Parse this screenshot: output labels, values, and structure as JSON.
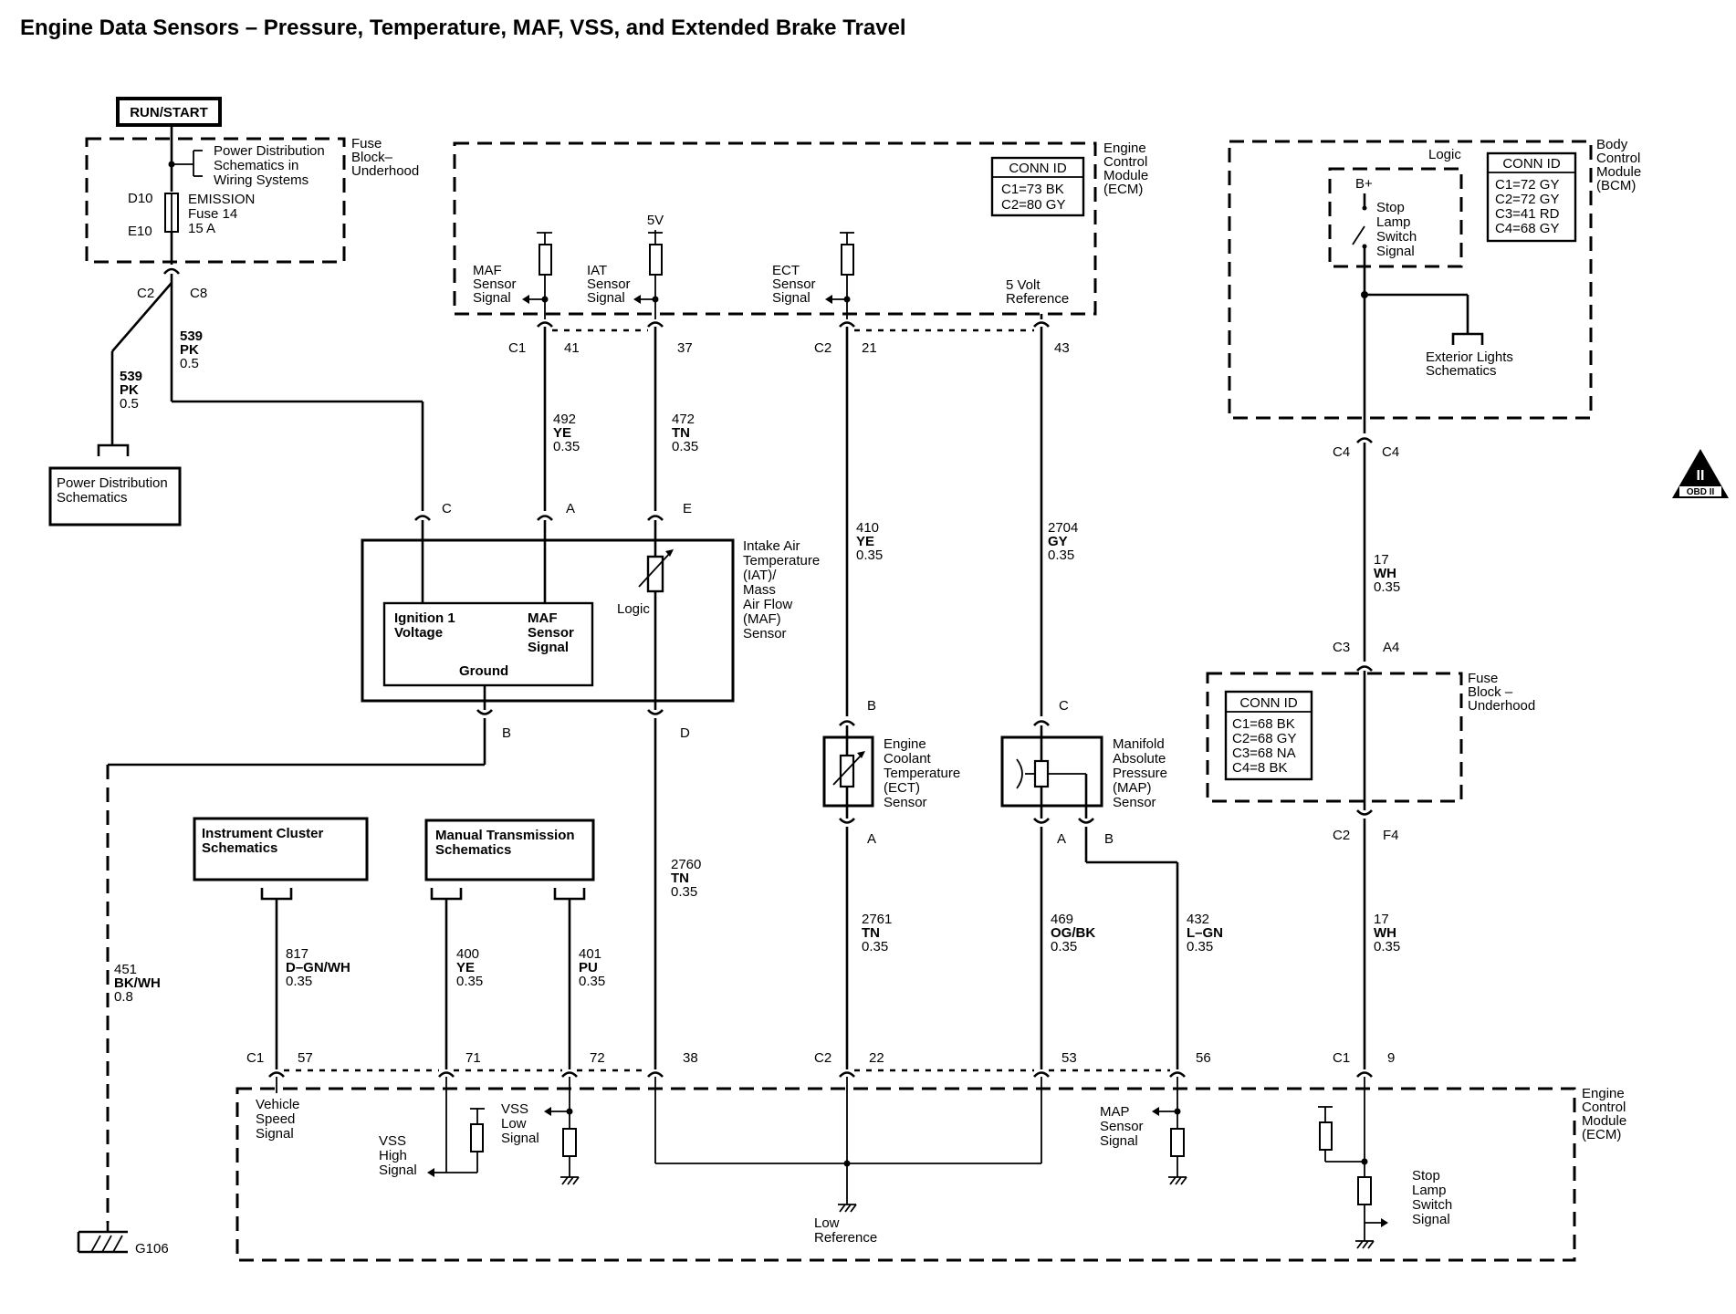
{
  "title": "Engine Data Sensors – Pressure, Temperature, MAF, VSS, and Extended Brake Travel",
  "run_start": "RUN/START",
  "obd": "OBD II",
  "obd_numeral": "II",
  "fuse_block_top": {
    "label": [
      "Fuse",
      "Block–",
      "Underhood"
    ],
    "power_dist_ref": [
      "Power Distribution",
      "Schematics in",
      "Wiring Systems"
    ],
    "fuse_top_pin": "D10",
    "fuse_bottom_pin": "E10",
    "fuse_name": [
      "EMISSION",
      "Fuse 14",
      "15 A"
    ],
    "conn_c2": "C2",
    "conn_c8": "C8"
  },
  "power_dist_box": [
    "Power Distribution",
    "Schematics"
  ],
  "ecm_top": {
    "label": [
      "Engine",
      "Control",
      "Module",
      "(ECM)"
    ],
    "conn_id_title": "CONN ID",
    "conn_ids": [
      "C1=73 BK",
      "C2=80 GY"
    ],
    "maf_signal": [
      "MAF",
      "Sensor",
      "Signal"
    ],
    "iat_signal": [
      "IAT",
      "Sensor",
      "Signal"
    ],
    "ect_signal": [
      "ECT",
      "Sensor",
      "Signal"
    ],
    "five_v_ref": [
      "5 Volt",
      "Reference"
    ],
    "five_v": "5V",
    "conn_c1": "C1",
    "conn_c2": "C2",
    "pin_41": "41",
    "pin_37": "37",
    "pin_21": "21",
    "pin_43": "43"
  },
  "bcm": {
    "label": [
      "Body",
      "Control",
      "Module",
      "(BCM)"
    ],
    "logic": "Logic",
    "conn_id_title": "CONN ID",
    "conn_ids": [
      "C1=72 GY",
      "C2=72 GY",
      "C3=41 RD",
      "C4=68 GY"
    ],
    "b_plus": "B+",
    "stop_switch": [
      "Stop",
      "Lamp",
      "Switch",
      "Signal"
    ],
    "exterior_lights": [
      "Exterior Lights",
      "Schematics"
    ],
    "conn_c4_left": "C4",
    "conn_c4_right": "C4"
  },
  "wires": {
    "w539a": [
      "539",
      "PK",
      "0.5"
    ],
    "w539b": [
      "539",
      "PK",
      "0.5"
    ],
    "w492": [
      "492",
      "YE",
      "0.35"
    ],
    "w472": [
      "472",
      "TN",
      "0.35"
    ],
    "w410": [
      "410",
      "YE",
      "0.35"
    ],
    "w2704": [
      "2704",
      "GY",
      "0.35"
    ],
    "w17a": [
      "17",
      "WH",
      "0.35"
    ],
    "w17b": [
      "17",
      "WH",
      "0.35"
    ],
    "w451": [
      "451",
      "BK/WH",
      "0.8"
    ],
    "w817": [
      "817",
      "D–GN/WH",
      "0.35"
    ],
    "w400": [
      "400",
      "YE",
      "0.35"
    ],
    "w401": [
      "401",
      "PU",
      "0.35"
    ],
    "w2760": [
      "2760",
      "TN",
      "0.35"
    ],
    "w2761": [
      "2761",
      "TN",
      "0.35"
    ],
    "w469": [
      "469",
      "OG/BK",
      "0.35"
    ],
    "w432": [
      "432",
      "L–GN",
      "0.35"
    ]
  },
  "maf_iat_sensor": {
    "label": [
      "Intake Air",
      "Temperature",
      "(IAT)/",
      "Mass",
      "Air Flow",
      "(MAF)",
      "Sensor"
    ],
    "logic": "Logic",
    "ign_voltage": [
      "Ignition 1",
      "Voltage"
    ],
    "maf_signal": [
      "MAF",
      "Sensor",
      "Signal"
    ],
    "ground": "Ground",
    "pin_c": "C",
    "pin_a": "A",
    "pin_e": "E",
    "pin_b": "B",
    "pin_d": "D"
  },
  "ect_sensor": {
    "label": [
      "Engine",
      "Coolant",
      "Temperature",
      "(ECT)",
      "Sensor"
    ],
    "pin_b": "B",
    "pin_a": "A"
  },
  "map_sensor": {
    "label": [
      "Manifold",
      "Absolute",
      "Pressure",
      "(MAP)",
      "Sensor"
    ],
    "pin_c": "C",
    "pin_a": "A",
    "pin_b": "B"
  },
  "fuse_block_right": {
    "label": [
      "Fuse",
      "Block –",
      "Underhood"
    ],
    "conn_id_title": "CONN ID",
    "conn_ids": [
      "C1=68 BK",
      "C2=68 GY",
      "C3=68 NA",
      "C4=8 BK"
    ],
    "conn_c3": "C3",
    "pin_a4": "A4",
    "conn_c2": "C2",
    "pin_f4": "F4"
  },
  "instrument_cluster": [
    "Instrument Cluster",
    "Schematics"
  ],
  "manual_trans": [
    "Manual Transmission",
    "Schematics"
  ],
  "ecm_bottom": {
    "label": [
      "Engine",
      "Control",
      "Module",
      "(ECM)"
    ],
    "conn_c1": "C1",
    "conn_c2": "C2",
    "conn_c1b": "C1",
    "pin_57": "57",
    "pin_71": "71",
    "pin_72": "72",
    "pin_38": "38",
    "pin_22": "22",
    "pin_53": "53",
    "pin_56": "56",
    "pin_9": "9",
    "vehicle_speed": [
      "Vehicle",
      "Speed",
      "Signal"
    ],
    "vss_high": [
      "VSS",
      "High",
      "Signal"
    ],
    "vss_low": [
      "VSS",
      "Low",
      "Signal"
    ],
    "map_signal": [
      "MAP",
      "Sensor",
      "Signal"
    ],
    "low_ref": [
      "Low",
      "Reference"
    ],
    "stop_switch": [
      "Stop",
      "Lamp",
      "Switch",
      "Signal"
    ]
  },
  "ground_g106": "G106"
}
